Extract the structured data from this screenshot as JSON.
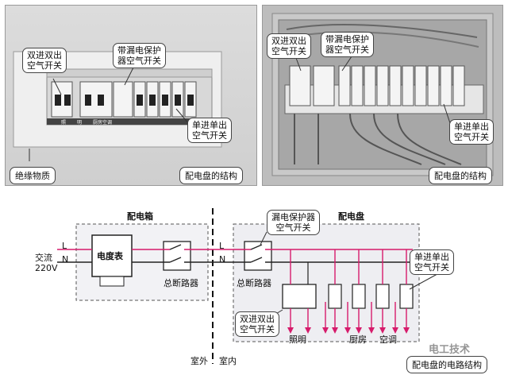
{
  "photo_left": {
    "callouts": {
      "double_breaker": "双进双出\n空气开关",
      "leakage_breaker": "带漏电保护\n器空气开关",
      "single_breaker": "单进单出\n空气开关"
    },
    "insulation_label": "绝缘物质",
    "caption": "配电盘的结构",
    "panel_marks": [
      "照",
      "明",
      "厨房空调"
    ]
  },
  "photo_right": {
    "callouts": {
      "double_breaker": "双进双出\n空气开关",
      "leakage_breaker": "带漏电保护\n器空气开关",
      "single_breaker": "单进单出\n空气开关"
    },
    "caption": "配电盘的结构"
  },
  "diagram": {
    "meter_box_title": "配电箱",
    "panel_title": "配电盘",
    "ac_label": "交流",
    "voltage_label": "220V",
    "line_L": "L",
    "line_N": "N",
    "meter_label": "电度表",
    "main_breaker_label_left": "总断路器",
    "main_breaker_label_right": "总断路器",
    "callout_leakage": "漏电保护器\n空气开关",
    "callout_single": "单进单出\n空气开关",
    "callout_double": "双进双出\n空气开关",
    "circuit_lighting": "照明",
    "circuit_kitchen": "厨房",
    "circuit_ac": "空调",
    "outdoor_label": "室外",
    "indoor_label": "室内",
    "caption": "配电盘的电路结构",
    "watermark": "电工技术"
  },
  "colors": {
    "live": "#d61b6b",
    "wire": "#222222",
    "panel_fill": "#e9e9ef"
  }
}
